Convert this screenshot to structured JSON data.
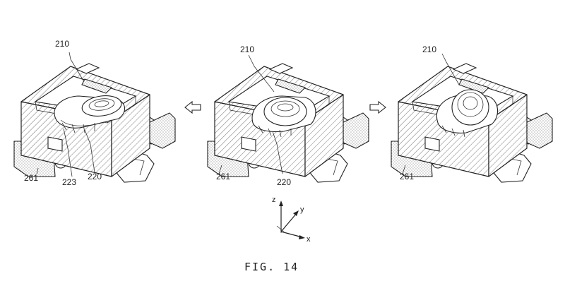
{
  "figure_label": "FIG. 14",
  "left_unit": {
    "labels": {
      "top": "210",
      "side": "261",
      "a": "223",
      "b": "220"
    }
  },
  "center_unit": {
    "labels": {
      "top": "210",
      "side": "261",
      "b": "220"
    }
  },
  "right_unit": {
    "labels": {
      "top": "210",
      "side": "261"
    }
  },
  "axes": {
    "z": "z",
    "y": "y",
    "x": "x"
  },
  "arrows": [
    "left-hollow-arrow",
    "right-hollow-arrow"
  ]
}
